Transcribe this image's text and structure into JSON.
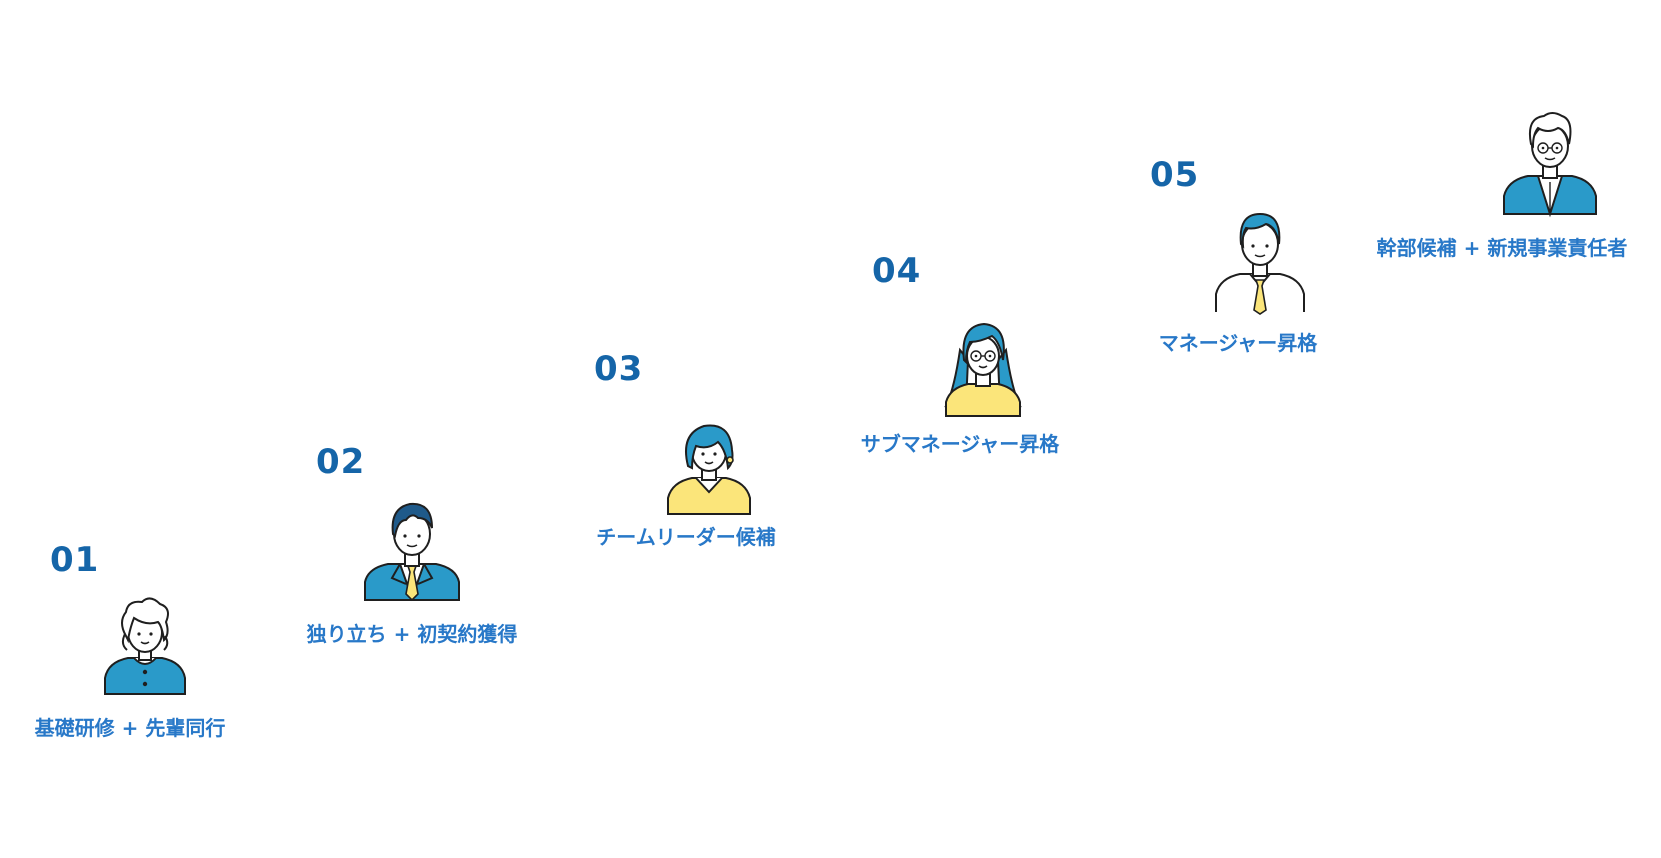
{
  "steps": [
    {
      "number": "01",
      "label": "基礎研修 + 先輩同行"
    },
    {
      "number": "02",
      "label": "独り立ち + 初契約獲得"
    },
    {
      "number": "03",
      "label": "チームリーダー候補"
    },
    {
      "number": "04",
      "label": "サブマネージャー昇格"
    },
    {
      "number": "05",
      "label": "マネージャー昇格"
    },
    {
      "number": "",
      "label": "幹部候補 + 新規事業責任者"
    }
  ],
  "colors": {
    "number": "#1565a8",
    "label": "#2878c8",
    "accent_blue": "#2a9ac9",
    "accent_yellow": "#fbe57a",
    "line": "#1f1f1f"
  },
  "icons": [
    "person-curly-hair-blue-cardigan-icon",
    "person-suit-yellow-tie-icon",
    "person-bob-hair-yellow-top-icon",
    "person-long-hair-glasses-icon",
    "person-shirt-yellow-tie-icon",
    "person-executive-glasses-icon"
  ]
}
